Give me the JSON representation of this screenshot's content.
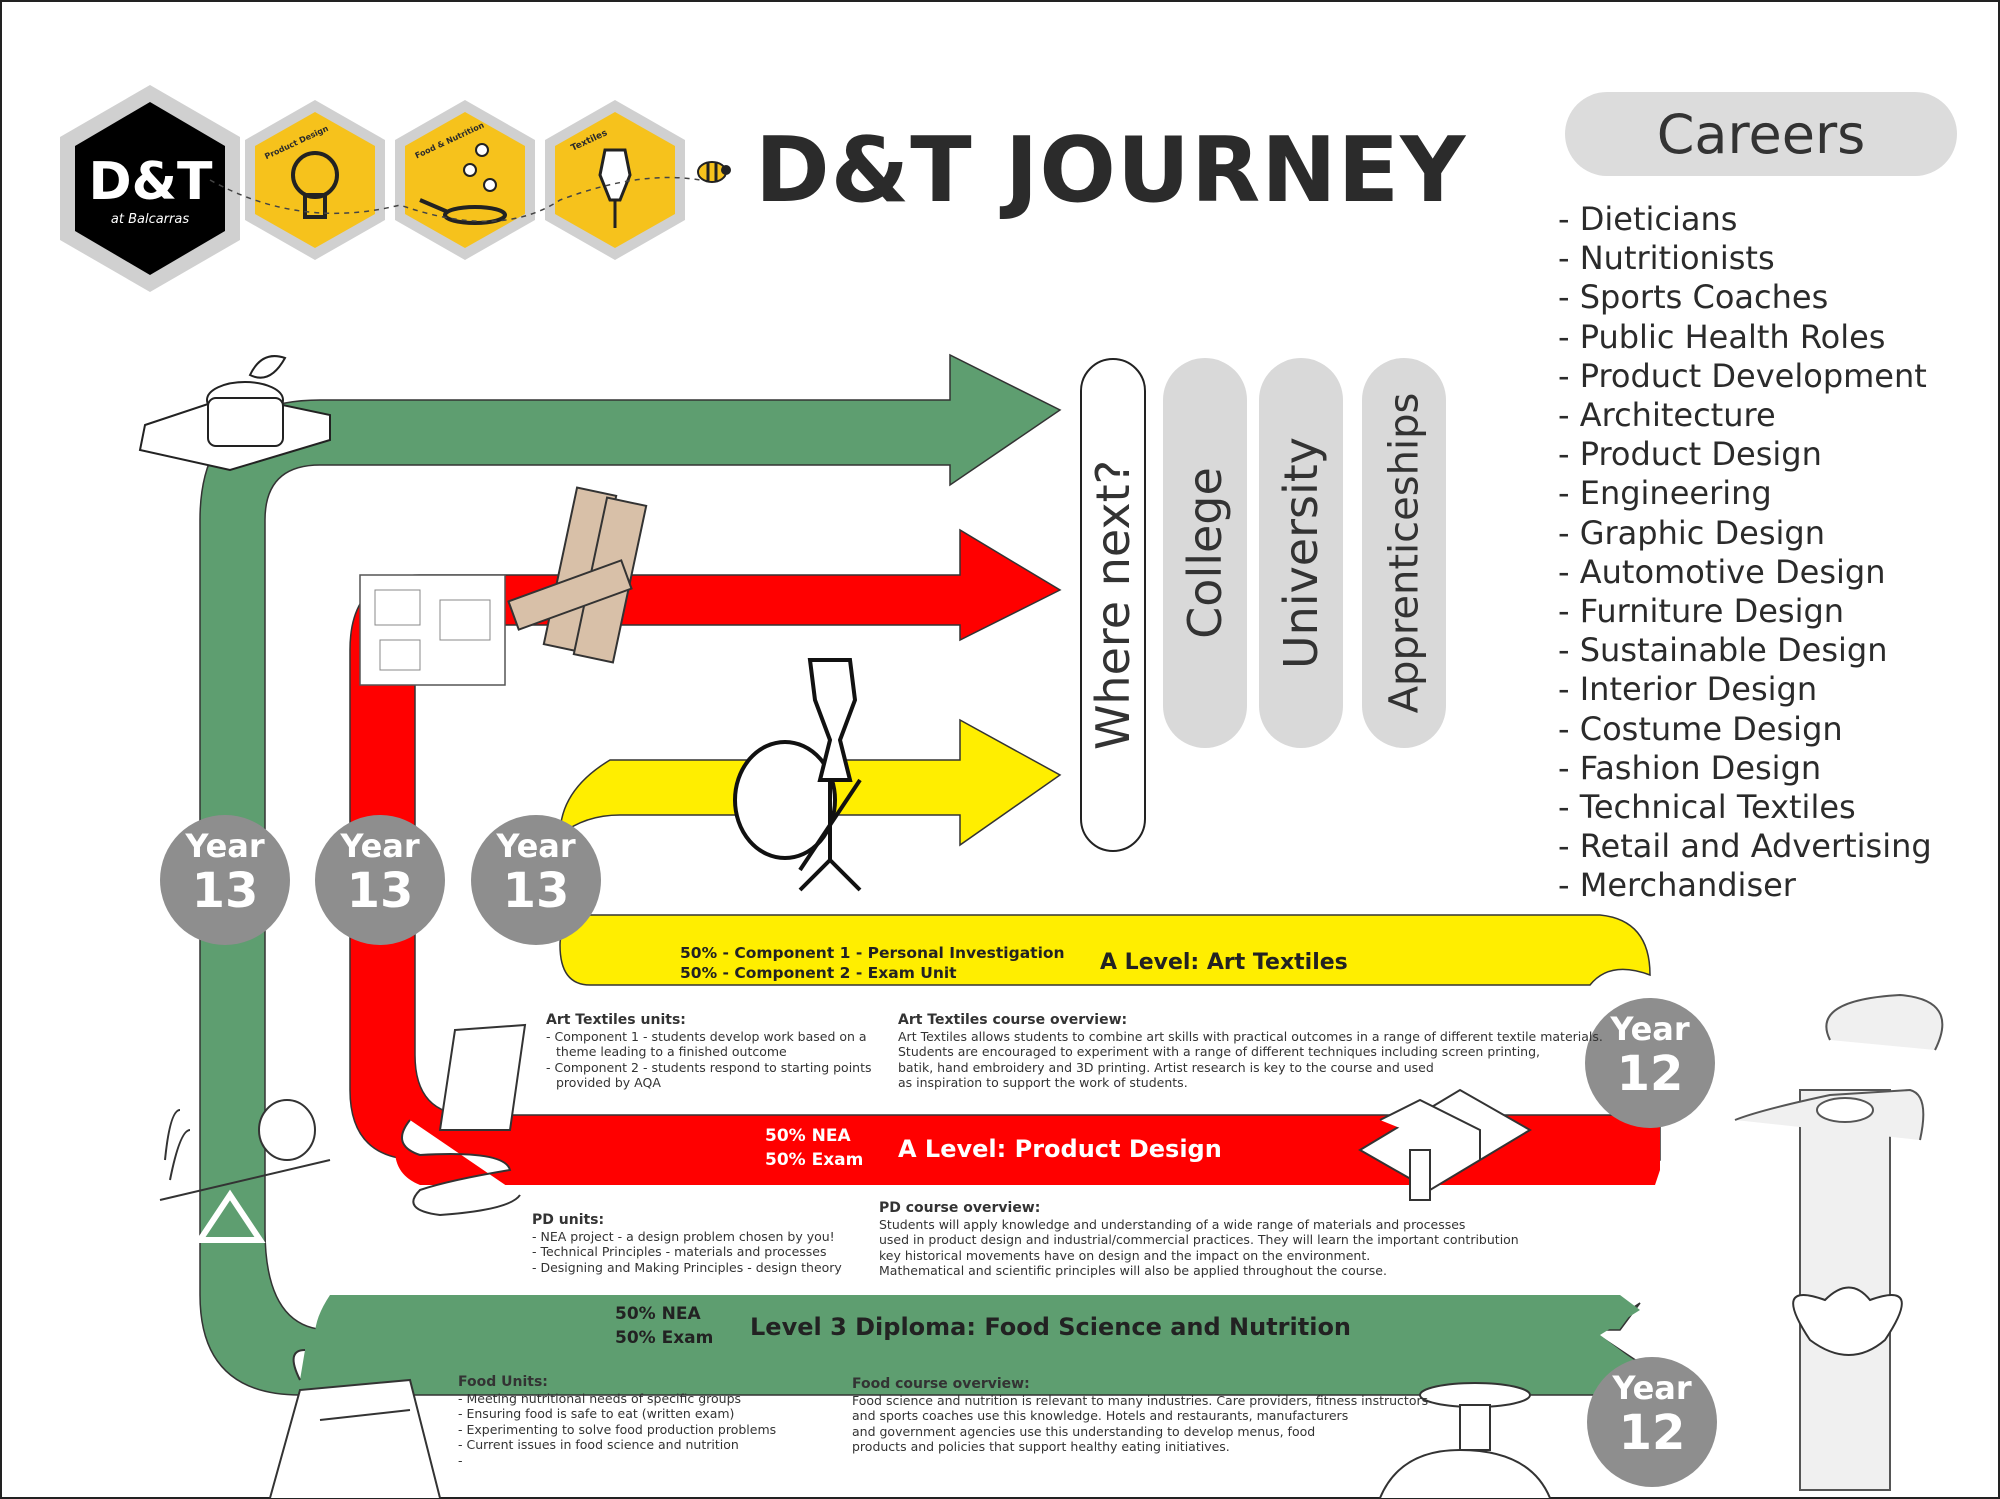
{
  "header": {
    "title": "D&T JOURNEY",
    "logo_main": "D&T",
    "logo_sub": "at Balcarras",
    "hex_labels": [
      "Product Design",
      "Food & Nutrition",
      "Textiles"
    ]
  },
  "careers": {
    "title": "Careers",
    "items": [
      "- Dieticians",
      "- Nutritionists",
      "- Sports Coaches",
      "- Public Health Roles",
      "- Product Development",
      "- Architecture",
      "- Product Design",
      "- Engineering",
      "- Graphic Design",
      "- Automotive Design",
      "- Furniture Design",
      "- Sustainable Design",
      "- Interior Design",
      "- Costume Design",
      "- Fashion Design",
      "- Technical Textiles",
      "- Retail and Advertising",
      "- Merchandiser"
    ]
  },
  "destinations": {
    "where_next": "Where next?",
    "college": "College",
    "university": "University",
    "apprenticeships": "Apprenticeships"
  },
  "year_badges": {
    "year_word": "Year",
    "y13": "13",
    "y12": "12"
  },
  "textiles": {
    "name": "A Level: Art Textiles",
    "split_1": "50% - Component 1 - Personal Investigation",
    "split_2": "50% - Component 2 - Exam Unit",
    "units_title": "Art Textiles units:",
    "units": [
      "- Component 1 - students develop work based on a",
      "  theme leading to a finished outcome",
      "- Component 2 -  students respond to starting points",
      "  provided by AQA"
    ],
    "overview_title": "Art Textiles course overview:",
    "overview": [
      "Art Textiles allows students to combine art skills with practical outcomes in a range of different textile materials.",
      "Students are encouraged to experiment with a range of different techniques including screen printing,",
      "batik, hand embroidery and 3D printing. Artist research is key to the course and used",
      "as inspiration to support the work of students."
    ]
  },
  "product_design": {
    "name": "A Level: Product Design",
    "split_1": "50% NEA",
    "split_2": "50% Exam",
    "units_title": "PD units:",
    "units": [
      "- NEA project - a design problem chosen by you!",
      "- Technical Principles - materials and processes",
      "- Designing and Making Principles - design theory"
    ],
    "overview_title": "PD course overview:",
    "overview": [
      "Students will apply knowledge and understanding of a wide range of materials and processes",
      "used in product design and industrial/commercial practices. They will learn the important contribution",
      "key historical movements have on design and the impact on the environment.",
      "Mathematical and scientific principles will also be applied throughout the course."
    ]
  },
  "food": {
    "name": "Level 3 Diploma: Food Science and Nutrition",
    "split_1": "50% NEA",
    "split_2": "50% Exam",
    "units_title": "Food Units:",
    "units": [
      "- Meeting nutritional needs of specific groups",
      "- Ensuring food is safe to eat (written exam)",
      "- Experimenting to solve food production problems",
      "- Current issues in food science and nutrition",
      "-"
    ],
    "overview_title": "Food course overview:",
    "overview": [
      "Food science and nutrition is relevant to many industries. Care providers, fitness instructors",
      "and sports coaches use this knowledge. Hotels and restaurants, manufacturers",
      "and government agencies use this understanding to develop menus, food",
      "products and policies that support healthy eating initiatives."
    ]
  },
  "colors": {
    "green": "#5e9e70",
    "red": "#ff0000",
    "yellow": "#ffee00",
    "hex_yellow": "#f6c21c",
    "grey_badge": "#8e8e8e",
    "pill_grey": "#d9d9d9"
  }
}
